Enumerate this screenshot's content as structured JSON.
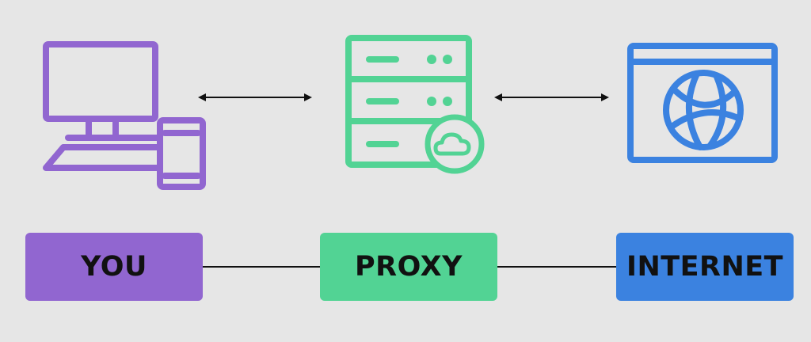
{
  "nodes": [
    {
      "id": "you",
      "label": "YOU",
      "icon": "desktop-and-phone-icon",
      "color": "#9166d0"
    },
    {
      "id": "proxy",
      "label": "PROXY",
      "icon": "server-cloud-icon",
      "color": "#52d394"
    },
    {
      "id": "internet",
      "label": "INTERNET",
      "icon": "browser-globe-icon",
      "color": "#3b82e0"
    }
  ],
  "connectors": [
    {
      "from": "you",
      "to": "proxy",
      "style": "double-arrow"
    },
    {
      "from": "proxy",
      "to": "internet",
      "style": "double-arrow"
    }
  ],
  "colors": {
    "background": "#e6e6e6",
    "line": "#111111",
    "text": "#111111"
  }
}
